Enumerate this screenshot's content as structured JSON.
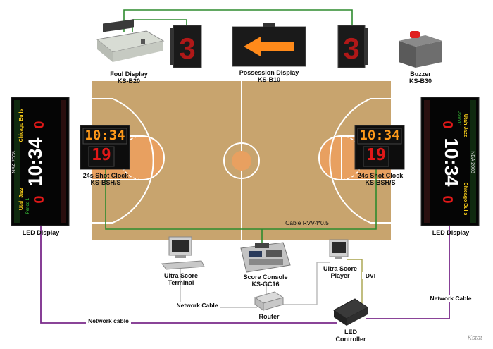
{
  "devices": {
    "foul_display": {
      "name": "Foul Display",
      "model": "KS-B20",
      "digit": "3"
    },
    "possession_display": {
      "name": "Possession Display",
      "model": "KS-B10"
    },
    "buzzer": {
      "name": "Buzzer",
      "model": "KS-B30"
    },
    "shot_clock_left": {
      "name": "24s Shot Clock",
      "model": "KS-BSH/S",
      "time": "10:34",
      "shot": "19"
    },
    "shot_clock_right": {
      "name": "24s Shot Clock",
      "model": "KS-BSH/S",
      "time": "10:34",
      "shot": "19"
    },
    "led_display_left": {
      "name": "LED Display",
      "header": "NBA 2008",
      "team_home": "Utah Jazz",
      "team_away": "Chicago Bulls",
      "period": "Period 1",
      "time": "10:34",
      "score_home": "0",
      "score_away": "0"
    },
    "led_display_right": {
      "name": "LED Display",
      "header": "NBA 2008",
      "team_home": "Utah Jazz",
      "team_away": "Chicago Bulls",
      "period": "Period 1",
      "time": "10:34",
      "score_home": "0",
      "score_away": "0"
    },
    "terminal": {
      "name": "Ultra Score",
      "name2": "Terminal"
    },
    "console": {
      "name": "Score Console",
      "model": "KS-GC16"
    },
    "player": {
      "name": "Ultra Score",
      "name2": "Player"
    },
    "router": {
      "name": "Router"
    },
    "led_controller": {
      "name": "LED",
      "name2": "Controller"
    }
  },
  "cables": {
    "court_cable": "Cable RVV4*0.5",
    "network_cable_terminal": "Network Cable",
    "network_cable_left": "Network cable",
    "network_cable_right": "Network Cable",
    "dvi": "DVI"
  },
  "colors": {
    "green_wire": "#2e8b2e",
    "purple_wire": "#7a2a8a",
    "gray_wire": "#b8b8b8",
    "court": "#c8a46e",
    "paint": "#e8a060",
    "led_red": "#e01818",
    "led_amber": "#ff9a1a"
  },
  "watermark": "Kstat"
}
